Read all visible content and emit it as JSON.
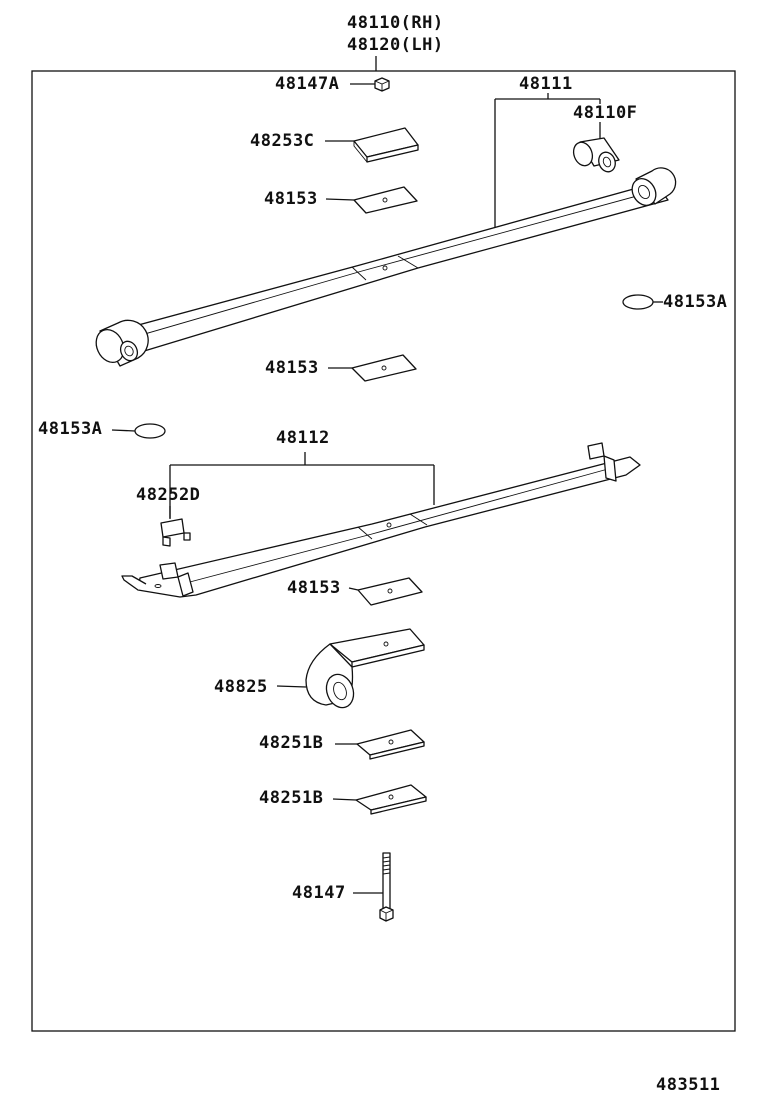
{
  "assembly": {
    "rh": "48110(RH)",
    "lh": "48120(LH)"
  },
  "labels": {
    "p48147A": "48147A",
    "p48253C": "48253C",
    "p48153_top": "48153",
    "p48111": "48111",
    "p48110F": "48110F",
    "p48153A_right": "48153A",
    "p48153_mid": "48153",
    "p48153A_left": "48153A",
    "p48112": "48112",
    "p48252D": "48252D",
    "p48153_low": "48153",
    "p48825": "48825",
    "p48251B_1": "48251B",
    "p48251B_2": "48251B",
    "p48147": "48147"
  },
  "figure_number": "483511"
}
